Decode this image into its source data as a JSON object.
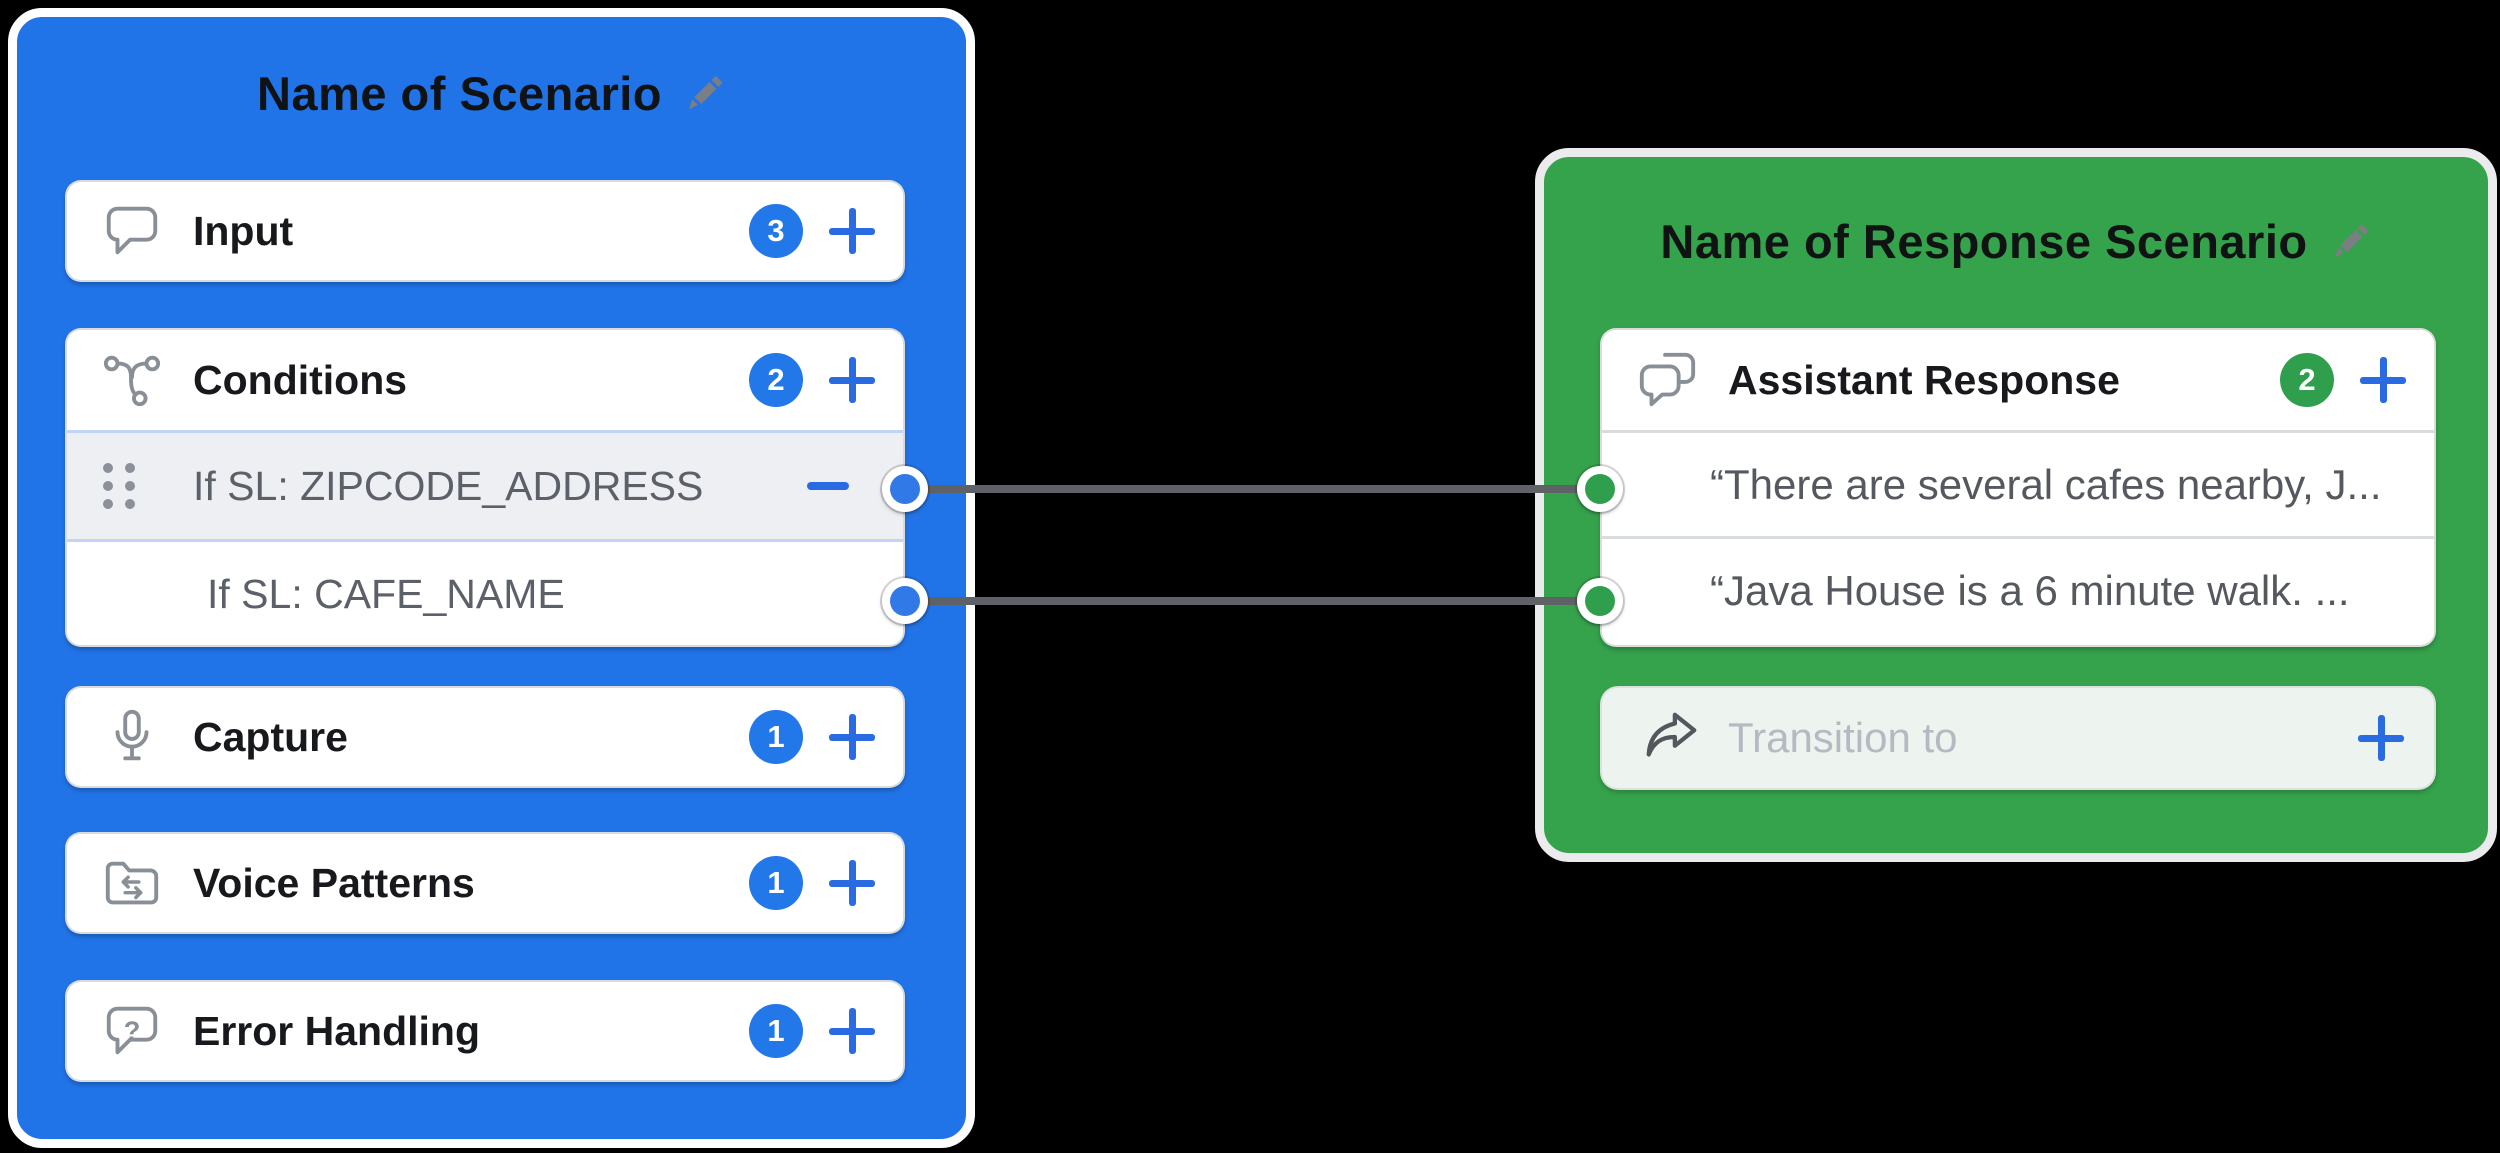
{
  "scenario": {
    "title": "Name of Scenario",
    "sections": {
      "input": {
        "label": "Input",
        "count": "3"
      },
      "conditions": {
        "label": "Conditions",
        "count": "2"
      },
      "capture": {
        "label": "Capture",
        "count": "1"
      },
      "voice_patterns": {
        "label": "Voice Patterns",
        "count": "1"
      },
      "error_handling": {
        "label": "Error Handling",
        "count": "1"
      }
    },
    "condition_items": [
      {
        "label": "If SL: ZIPCODE_ADDRESS"
      },
      {
        "label": "If SL: CAFE_NAME"
      }
    ]
  },
  "response": {
    "title": "Name of Response Scenario",
    "assistant_response": {
      "label": "Assistant Response",
      "count": "2"
    },
    "messages": [
      {
        "text": "“There are several cafes nearby, J..."
      },
      {
        "text": "“Java House is a 6 minute walk. ..."
      }
    ],
    "transition": {
      "placeholder": "Transition to"
    }
  },
  "icons": {
    "edit": "pencil-icon",
    "input": "chat-bubble-icon",
    "conditions": "branch-icon",
    "capture": "microphone-icon",
    "voice_patterns": "folder-transfer-icon",
    "error_handling": "question-bubble-icon",
    "assistant_response": "double-bubble-icon",
    "transition": "share-arrow-icon"
  },
  "colors": {
    "scenario_accent": "#2174e8",
    "response_accent": "#35a24c",
    "badge_blue": "#2277e9",
    "badge_green": "#2f9e4d",
    "action_blue": "#2b6be1",
    "connector_gray": "#5e6266",
    "selected_row_bg": "#edeff3",
    "selected_row_border": "#bfd4f8",
    "muted_text": "#5b6069",
    "placeholder_text": "#b3bac2",
    "background": "#000000"
  }
}
